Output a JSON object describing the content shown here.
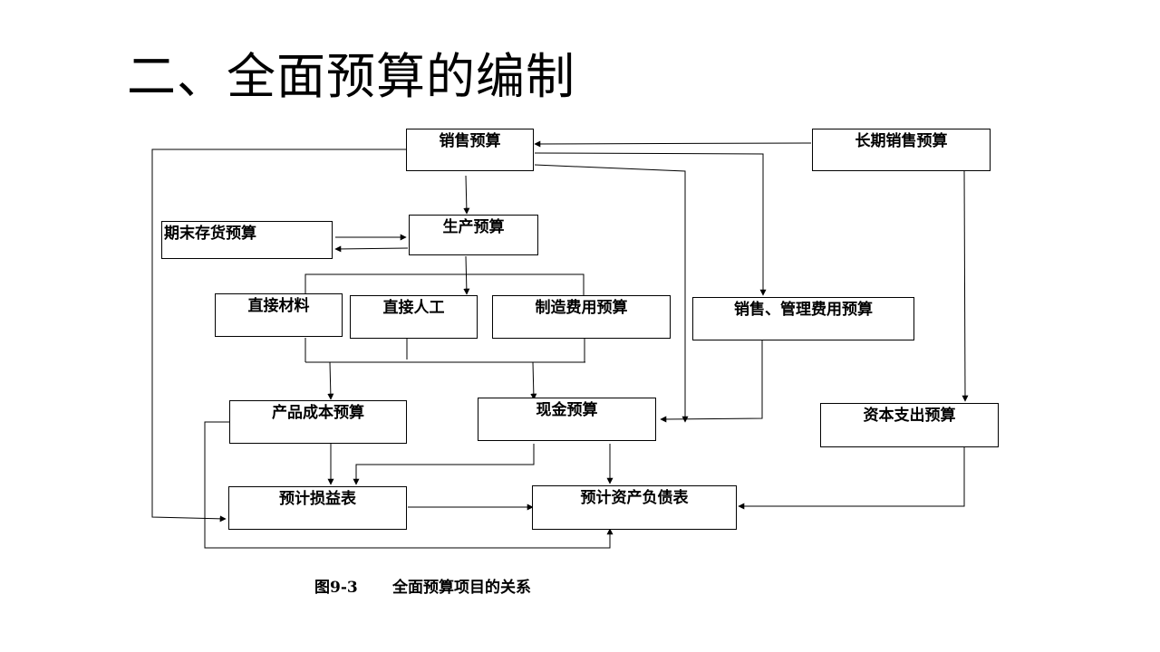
{
  "slide": {
    "title": "二、全面预算的编制"
  },
  "diagram": {
    "nodes": {
      "sales": "销售预算",
      "long_term_sales": "长期销售预算",
      "ending_inventory": "期末存货预算",
      "production": "生产预算",
      "direct_materials": "直接材料",
      "direct_labor": "直接人工",
      "manufacturing_overhead": "制造费用预算",
      "selling_admin": "销售、管理费用预算",
      "product_cost": "产品成本预算",
      "cash": "现金预算",
      "capital_expenditure": "资本支出预算",
      "budgeted_income_statement": "预计损益表",
      "budgeted_balance_sheet": "预计资产负债表"
    },
    "caption": {
      "figure_number": "图9-3",
      "text": "全面预算项目的关系"
    }
  }
}
